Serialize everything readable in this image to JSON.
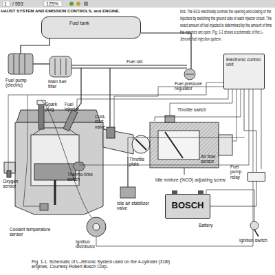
{
  "diagram": {
    "caption": "Fig. 1-1. Schematic of L-Jetronic System used on the 4-cylinder (318i) engines. Courtesy Robert Bosch Corp.",
    "nodes": [
      {
        "text": [
          "Fuel tank"
        ]
      },
      {
        "text": [
          "Electronic control unit"
        ]
      },
      {
        "text": [
          "Fuel pump relay"
        ]
      },
      {
        "text": [
          "BOSCH",
          "Battery"
        ]
      }
    ],
    "edges": [
      {
        "from": 1,
        "to": 2,
        "arrow": "none"
      },
      {
        "from": 3,
        "to": 2,
        "arrow": "none"
      }
    ],
    "labels": [
      "1",
      "/ 553",
      "125%",
      "HAUST SYSTEM AND EMISSION CONTROLS, and ENGINE.",
      "tors. The ECU electrically controls the opening and closing of the injectors by switching the ground side of each injector circuit. The exact amount of fuel injected is determined by the amount of time the injectors are open. Fig. 1-1 shows a schematic of the L-Jetronic fuel injection system.",
      "Fuel rail",
      "Fuel pump (electric)",
      "Main fuel filter",
      "Fuel pressure regulator",
      "Spark plug",
      "Fuel injector",
      "Cold-start valve",
      "Throttle switch",
      "Throttle plate",
      "Air flow sensor",
      "Thermo-time switch",
      "Idle mixture (%CO) adjusting screw",
      "Oxygen sensor",
      "Coolant temperature sensor",
      "Idle air stabilizer valve",
      "Ignition distributor",
      "Ignition switch"
    ]
  }
}
